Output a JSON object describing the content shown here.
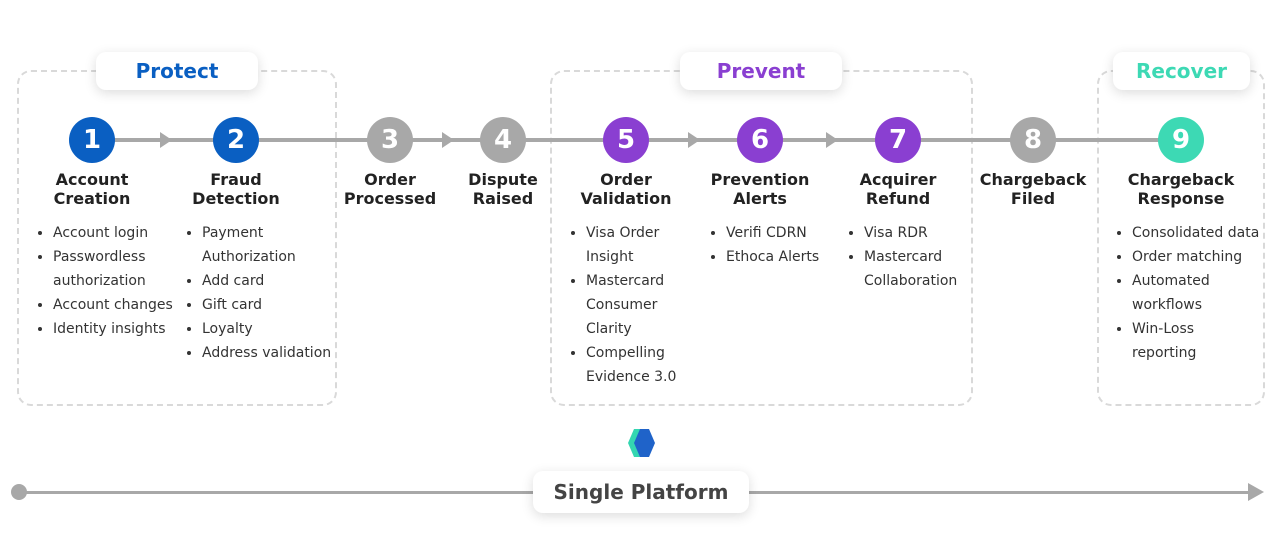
{
  "groups": [
    {
      "label": "Protect",
      "color": "#0a5fc2"
    },
    {
      "label": "Prevent",
      "color": "#8a3fd1"
    },
    {
      "label": "Recover",
      "color": "#3dd9b4"
    }
  ],
  "steps": [
    {
      "number": "1",
      "title": "Account\nCreation",
      "color": "#0a5fc2",
      "items": [
        "Account login",
        "Passwordless\nauthorization",
        "Account changes",
        "Identity insights"
      ]
    },
    {
      "number": "2",
      "title": "Fraud\nDetection",
      "color": "#0a5fc2",
      "items": [
        "Payment\nAuthorization",
        "Add card",
        "Gift card",
        "Loyalty",
        "Address validation"
      ]
    },
    {
      "number": "3",
      "title": "Order\nProcessed",
      "color": "#a8a8a8",
      "items": []
    },
    {
      "number": "4",
      "title": "Dispute\nRaised",
      "color": "#a8a8a8",
      "items": []
    },
    {
      "number": "5",
      "title": "Order\nValidation",
      "color": "#8a3fd1",
      "items": [
        "Visa Order\nInsight",
        "Mastercard\nConsumer\nClarity",
        "Compelling\nEvidence 3.0"
      ]
    },
    {
      "number": "6",
      "title": "Prevention\nAlerts",
      "color": "#8a3fd1",
      "items": [
        "Verifi CDRN",
        "Ethoca Alerts"
      ]
    },
    {
      "number": "7",
      "title": "Acquirer\nRefund",
      "color": "#8a3fd1",
      "items": [
        "Visa RDR",
        "Mastercard\nCollaboration"
      ]
    },
    {
      "number": "8",
      "title": "Chargeback\nFiled",
      "color": "#a8a8a8",
      "items": []
    },
    {
      "number": "9",
      "title": "Chargeback\nResponse",
      "color": "#3dd9b4",
      "items": [
        "Consolidated data",
        "Order matching",
        "Automated\nworkflows",
        "Win-Loss\nreporting"
      ]
    }
  ],
  "platform": {
    "label": "Single Platform"
  },
  "logo": {
    "icon": "hexagon-logo-icon",
    "colors": [
      "#1f63c9",
      "#34d6b1"
    ]
  }
}
